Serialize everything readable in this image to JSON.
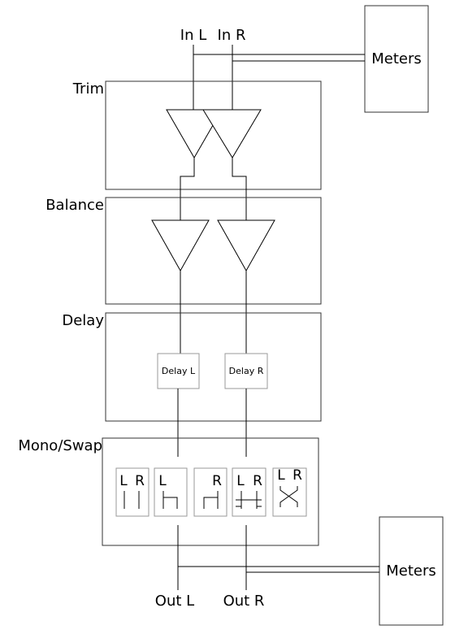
{
  "inputs": {
    "left": "In L",
    "right": "In R"
  },
  "outputs": {
    "left": "Out L",
    "right": "Out R"
  },
  "meters": {
    "top": "Meters",
    "bottom": "Meters"
  },
  "stages": {
    "trim": "Trim",
    "balance": "Balance",
    "delay": "Delay",
    "mono_swap": "Mono/Swap"
  },
  "delay_blocks": {
    "left": "Delay L",
    "right": "Delay R"
  },
  "mono_swap_modes": [
    {
      "mode": "normal",
      "left": "L",
      "right": "R"
    },
    {
      "mode": "left-to-both",
      "left": "L",
      "right": ""
    },
    {
      "mode": "right-to-both",
      "left": "",
      "right": "R"
    },
    {
      "mode": "mono",
      "left": "L",
      "right": "R"
    },
    {
      "mode": "swap",
      "left": "L",
      "right": "R"
    }
  ]
}
